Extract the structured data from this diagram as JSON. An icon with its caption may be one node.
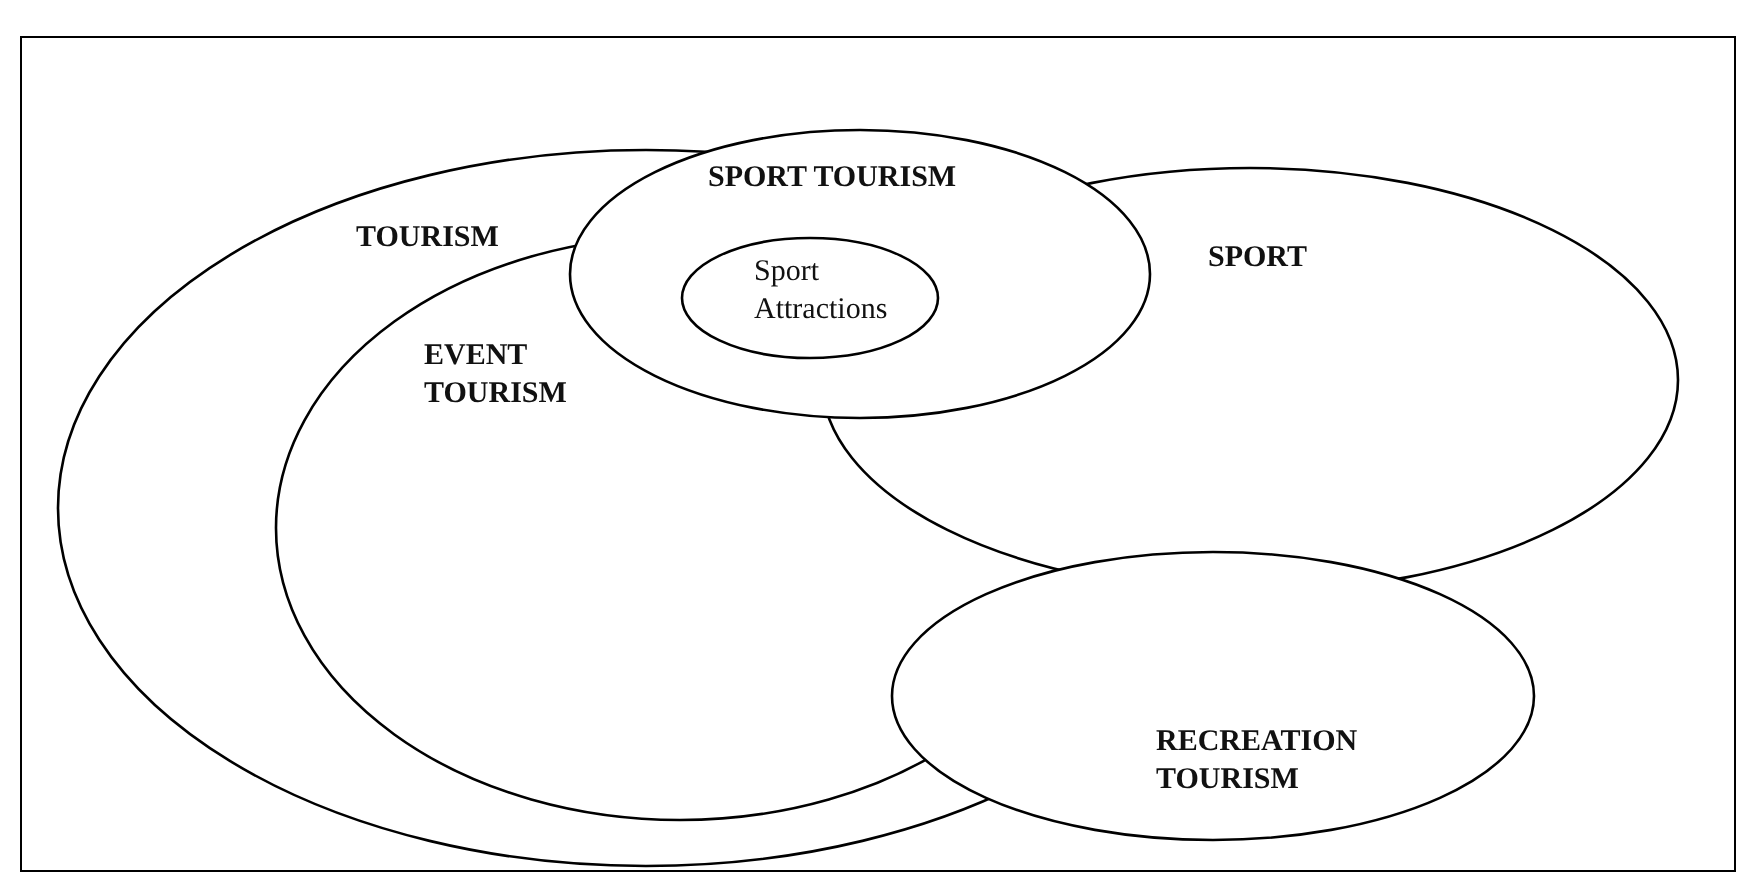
{
  "diagram": {
    "nodes": [
      {
        "text": [
          "TOURISM"
        ]
      },
      {
        "text": [
          "SPORT TOURISM"
        ]
      },
      {
        "text": [
          "Sport Attractions"
        ]
      },
      {
        "text": [
          "SPORT"
        ]
      },
      {
        "text": [
          "EVENT TOURISM"
        ],
        "in": 0
      },
      {
        "text": [
          "RECREATION TOURISM"
        ]
      }
    ],
    "edges": []
  }
}
